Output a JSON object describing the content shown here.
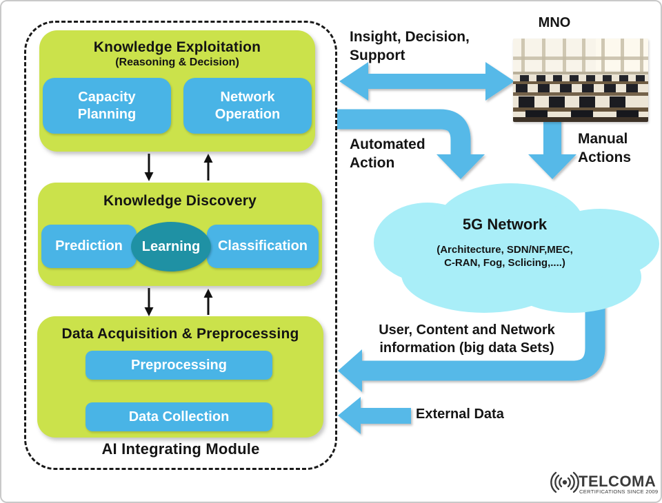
{
  "colors": {
    "layer_green": "#cbe24b",
    "box_blue": "#49b4e6",
    "learning_teal": "#1f91a4",
    "cloud_cyan": "#a9eef8",
    "arrow_blue": "#57b9e8",
    "text_dark": "#141414"
  },
  "ai_module": {
    "caption": "AI Integrating Module",
    "exploitation": {
      "title": "Knowledge Exploitation",
      "subtitle": "(Reasoning & Decision)",
      "capacity_planning": "Capacity\nPlanning",
      "network_operation": "Network\nOperation"
    },
    "discovery": {
      "title": "Knowledge Discovery",
      "prediction": "Prediction",
      "learning": "Learning",
      "classification": "Classification"
    },
    "data_layer": {
      "title": "Data Acquisition & Preprocessing",
      "preprocessing": "Preprocessing",
      "data_collection": "Data Collection"
    }
  },
  "flows": {
    "insight": "Insight, Decision,\nSupport",
    "automated": "Automated\nAction",
    "manual": "Manual\nActions",
    "user_content": "User, Content and Network\ninformation (big data Sets)",
    "external": "External Data"
  },
  "mno": {
    "label": "MNO"
  },
  "cloud": {
    "title": "5G Network",
    "subtitle": "(Architecture, SDN/NF,MEC,\nC-RAN, Fog, Sclicing,....)"
  },
  "logo": {
    "name": "TELCOMA",
    "tagline": "CERTIFICATIONS SINCE 2009"
  }
}
